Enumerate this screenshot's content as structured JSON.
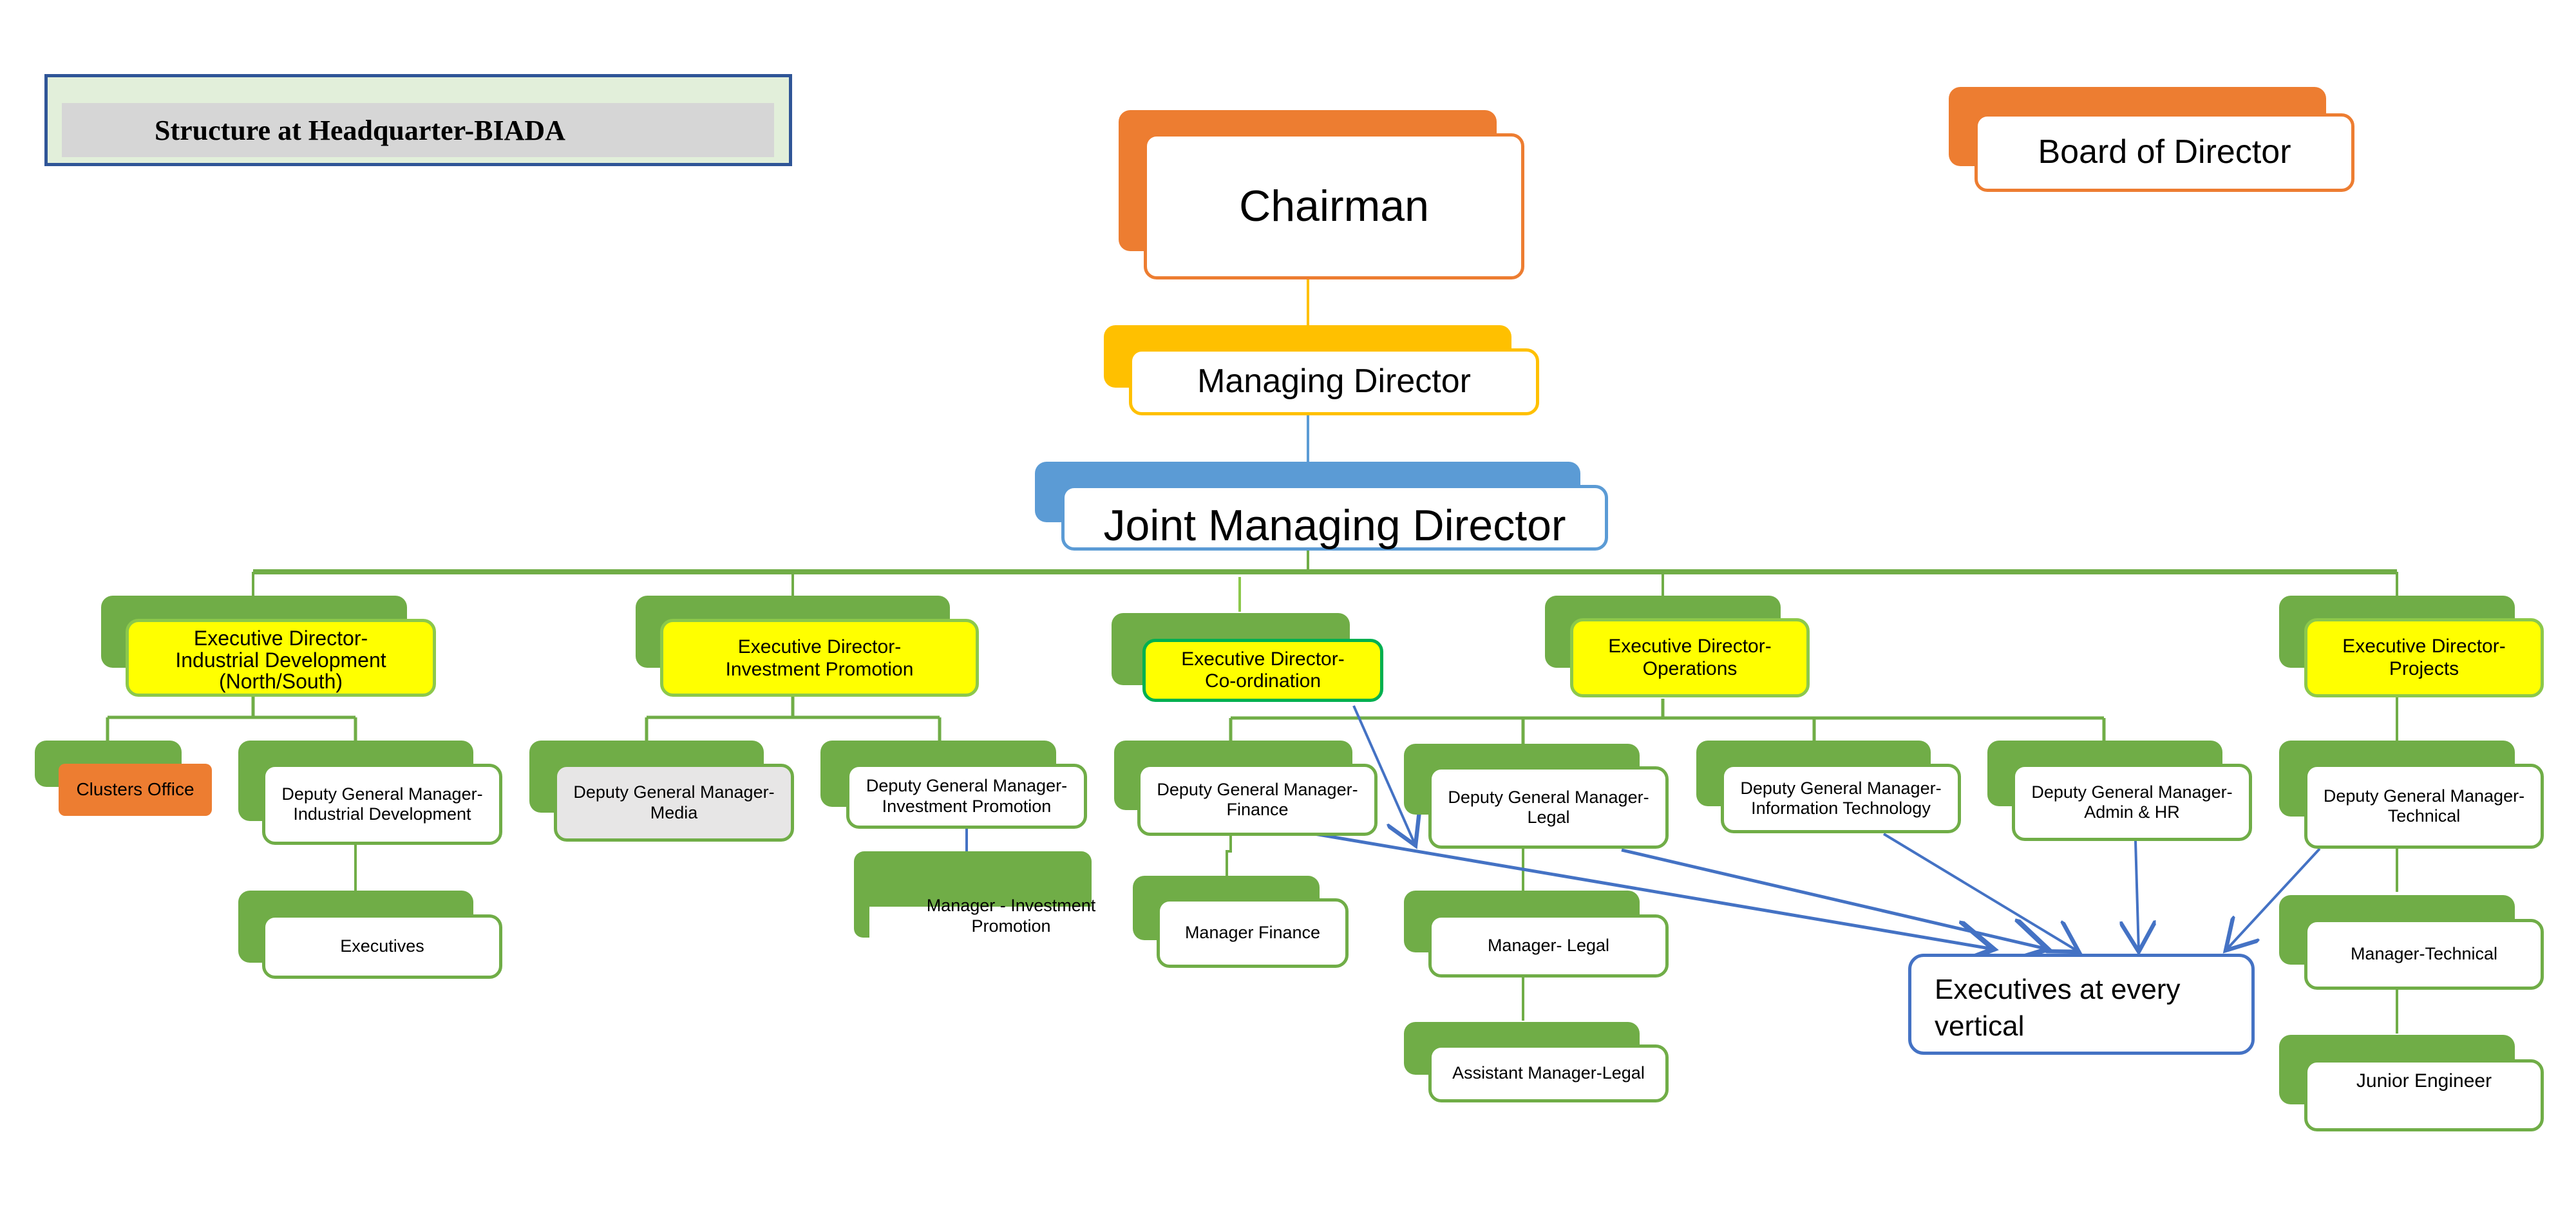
{
  "title": "Structure at Headquarter-BIADA",
  "colors": {
    "orange": "#ed7d31",
    "gold": "#ffc000",
    "blue": "#5b9bd5",
    "green": "#70ad47",
    "yellow": "#ffff00",
    "arrow_blue": "#4472c4"
  },
  "top": {
    "board": "Board of Director",
    "chairman": "Chairman",
    "managing_director": "Managing Director",
    "joint_managing_director": "Joint Managing Director"
  },
  "executive_directors": {
    "industrial_development": "Executive Director-\nIndustrial Development\n(North/South)",
    "investment_promotion": "Executive Director-\nInvestment Promotion",
    "coordination": "Executive Director-\nCo-ordination",
    "operations": "Executive Director-\nOperations",
    "projects": "Executive Director-\nProjects"
  },
  "units": {
    "clusters_office": "Clusters Office",
    "dgm_industrial_development": "Deputy General Manager-\nIndustrial Development",
    "executives": "Executives",
    "dgm_media": "Deputy General Manager-\nMedia",
    "dgm_investment_promotion": "Deputy General Manager-\nInvestment Promotion",
    "manager_investment_promotion": "Manager - Investment\nPromotion",
    "dgm_finance": "Deputy General Manager-\nFinance",
    "manager_finance": "Manager Finance",
    "dgm_legal": "Deputy General Manager-\nLegal",
    "manager_legal": "Manager- Legal",
    "assistant_manager_legal": "Assistant Manager-Legal",
    "dgm_it": "Deputy General Manager-\nInformation Technology",
    "dgm_admin_hr": "Deputy General Manager-\nAdmin & HR",
    "dgm_technical": "Deputy General Manager-\nTechnical",
    "manager_technical": "Manager-Technical",
    "junior_engineer": "Junior Engineer",
    "executives_every_vertical": "Executives at every\nvertical"
  }
}
